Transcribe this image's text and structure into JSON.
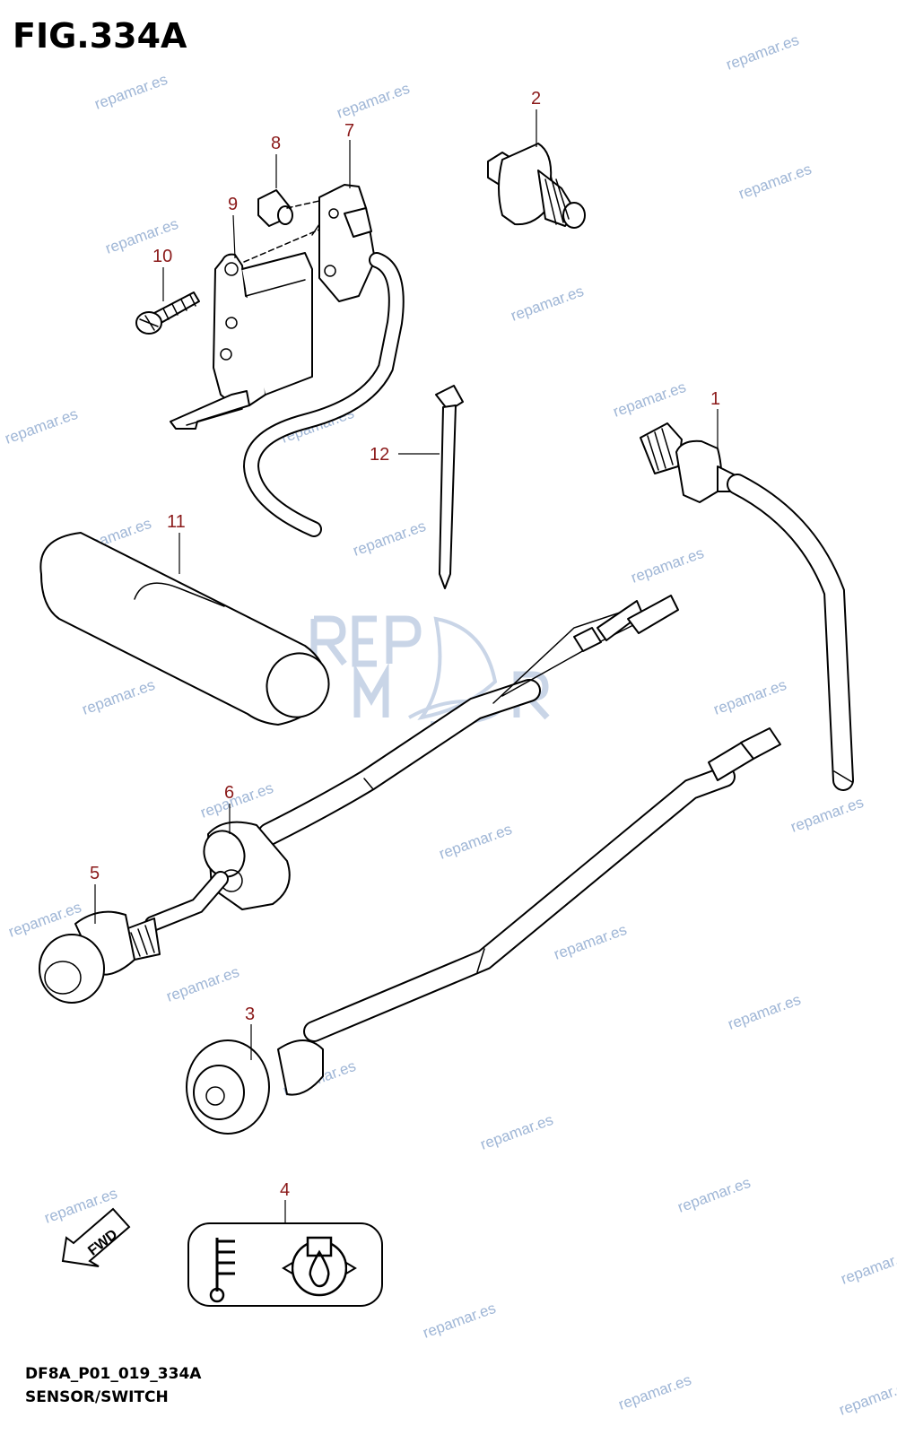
{
  "figure": {
    "title": "FIG.334A",
    "code": "DF8A_P01_019_334A",
    "name": "SENSOR/SWITCH"
  },
  "callouts": [
    {
      "id": "1",
      "label": "1"
    },
    {
      "id": "2",
      "label": "2"
    },
    {
      "id": "3",
      "label": "3"
    },
    {
      "id": "4",
      "label": "4"
    },
    {
      "id": "5",
      "label": "5"
    },
    {
      "id": "6",
      "label": "6"
    },
    {
      "id": "7",
      "label": "7"
    },
    {
      "id": "8",
      "label": "8"
    },
    {
      "id": "9",
      "label": "9"
    },
    {
      "id": "10",
      "label": "10"
    },
    {
      "id": "11",
      "label": "11"
    },
    {
      "id": "12",
      "label": "12"
    }
  ],
  "fwd_label": "FWD",
  "watermark": "repamar.es",
  "logo": {
    "line1": "REP",
    "line2": "MAR"
  },
  "colors": {
    "callout": "#8b1a1a",
    "watermark": "#9fb6d6",
    "logo": "#b8c8e0"
  },
  "icons": [
    "fwd-arrow-icon",
    "temperature-icon",
    "oil-pressure-icon"
  ]
}
